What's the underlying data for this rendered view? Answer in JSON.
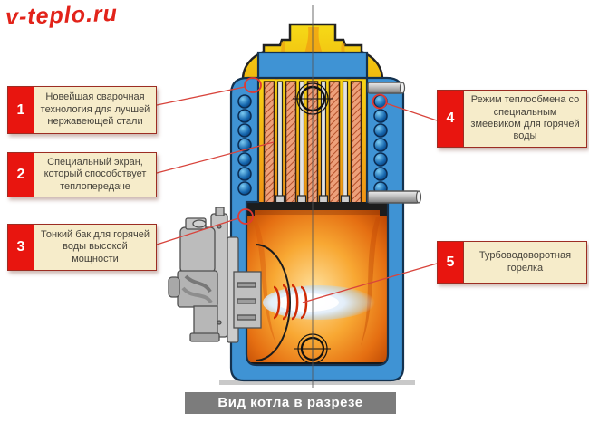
{
  "logo": {
    "text": "v-teplo.ru"
  },
  "caption": {
    "text": "Вид котла в разрезе"
  },
  "callouts": [
    {
      "number": "1",
      "text": "Новейшая сварочная технология для лучшей нержавеющей стали"
    },
    {
      "number": "2",
      "text": "Специальный экран, который способствует теплопередаче"
    },
    {
      "number": "3",
      "text": "Тонкий бак для горячей воды высокой мощности"
    },
    {
      "number": "4",
      "text": "Режим теплообмена со специальным змеевиком для горячей воды"
    },
    {
      "number": "5",
      "text": "Турбоводоворотная горелка"
    }
  ],
  "icons": {
    "highlight_marks": [
      "weld-seam-circle",
      "tank-wall-circle",
      "coil-bubble-circle"
    ],
    "crosshair_targets": [
      "flue-center-target",
      "chamber-floor-target"
    ]
  },
  "colors": {
    "accent_red": "#e8150f",
    "callout_bg": "#f6ecca",
    "callout_border": "#9c2d23",
    "caption_bg": "#7c7c7c",
    "vessel_blue": "#3f93d4",
    "dome_yellow": "#f3cf12",
    "flame_orange": "#f08c1e",
    "logo_red": "#e2231a"
  }
}
